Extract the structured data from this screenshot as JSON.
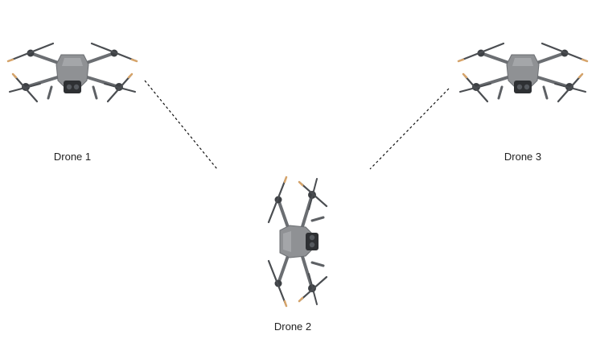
{
  "diagram": {
    "nodes": [
      {
        "id": "drone-1",
        "label": "Drone 1",
        "icon": "drone-icon"
      },
      {
        "id": "drone-2",
        "label": "Drone 2",
        "icon": "drone-icon"
      },
      {
        "id": "drone-3",
        "label": "Drone 3",
        "icon": "drone-icon"
      }
    ],
    "edges": [
      {
        "from": "drone-1",
        "to": "drone-2",
        "style": "dashed"
      },
      {
        "from": "drone-3",
        "to": "drone-2",
        "style": "dashed"
      }
    ],
    "colors": {
      "body": "#8f9194",
      "body_dark": "#5d6064",
      "arm": "#6b6e72",
      "camera": "#2e3033",
      "propeller_tip": "#d8a56a",
      "line": "#111111"
    }
  }
}
